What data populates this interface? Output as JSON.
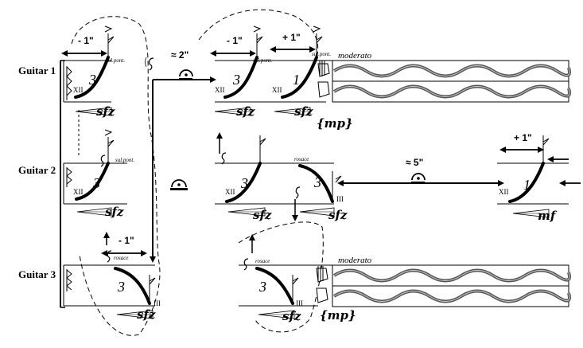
{
  "instruments": [
    "Guitar 1",
    "Guitar 2",
    "Guitar 3"
  ],
  "timings": {
    "g1_first": "- 1\"",
    "g1_second": "- 1\"",
    "g1_third": "+ 1\"",
    "g1_fermata": "≈ 2\"",
    "g2_fermata": "≈ 5\"",
    "g2_end": "+ 1\"",
    "g3_first": "- 1\""
  },
  "strings": {
    "twelve": "XII",
    "three": "III",
    "num3": "3",
    "num1": "1"
  },
  "techniques": {
    "sul_pont": "sul.pont.",
    "rosace": "rosace",
    "moderato": "moderato"
  },
  "dynamics": {
    "sfz": "sfz",
    "mp": "{mp}",
    "mf": "mf"
  }
}
